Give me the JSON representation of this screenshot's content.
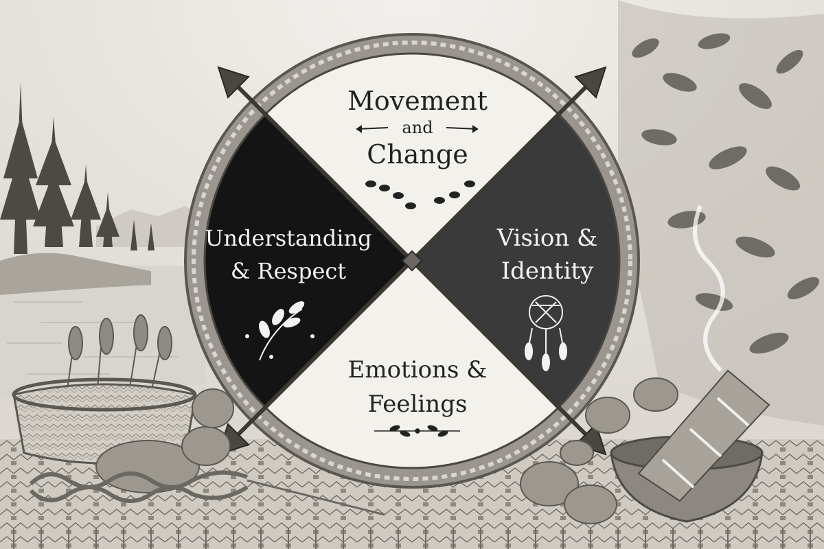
{
  "quadrants": {
    "top": {
      "line1": "Movement",
      "line2": "and",
      "line3": "Change",
      "icon": "footprints-icon"
    },
    "left": {
      "line1": "Understanding",
      "line2": "& Respect",
      "icon": "sprig-icon"
    },
    "right": {
      "line1": "Vision &",
      "line2": "Identity",
      "icon": "dreamcatcher-icon"
    },
    "bottom": {
      "line1": "Emotions &",
      "line2": "Feelings",
      "icon": "leaf-divider-icon"
    }
  },
  "colors": {
    "paper": "#e9e6e0",
    "quadrant_light": "#f3f1ec",
    "quadrant_dark": "#141414",
    "quadrant_charcoal": "#3a3a3a",
    "ink": "#222222",
    "rope": "#8a8580",
    "light_text": "#f2f2f2"
  }
}
